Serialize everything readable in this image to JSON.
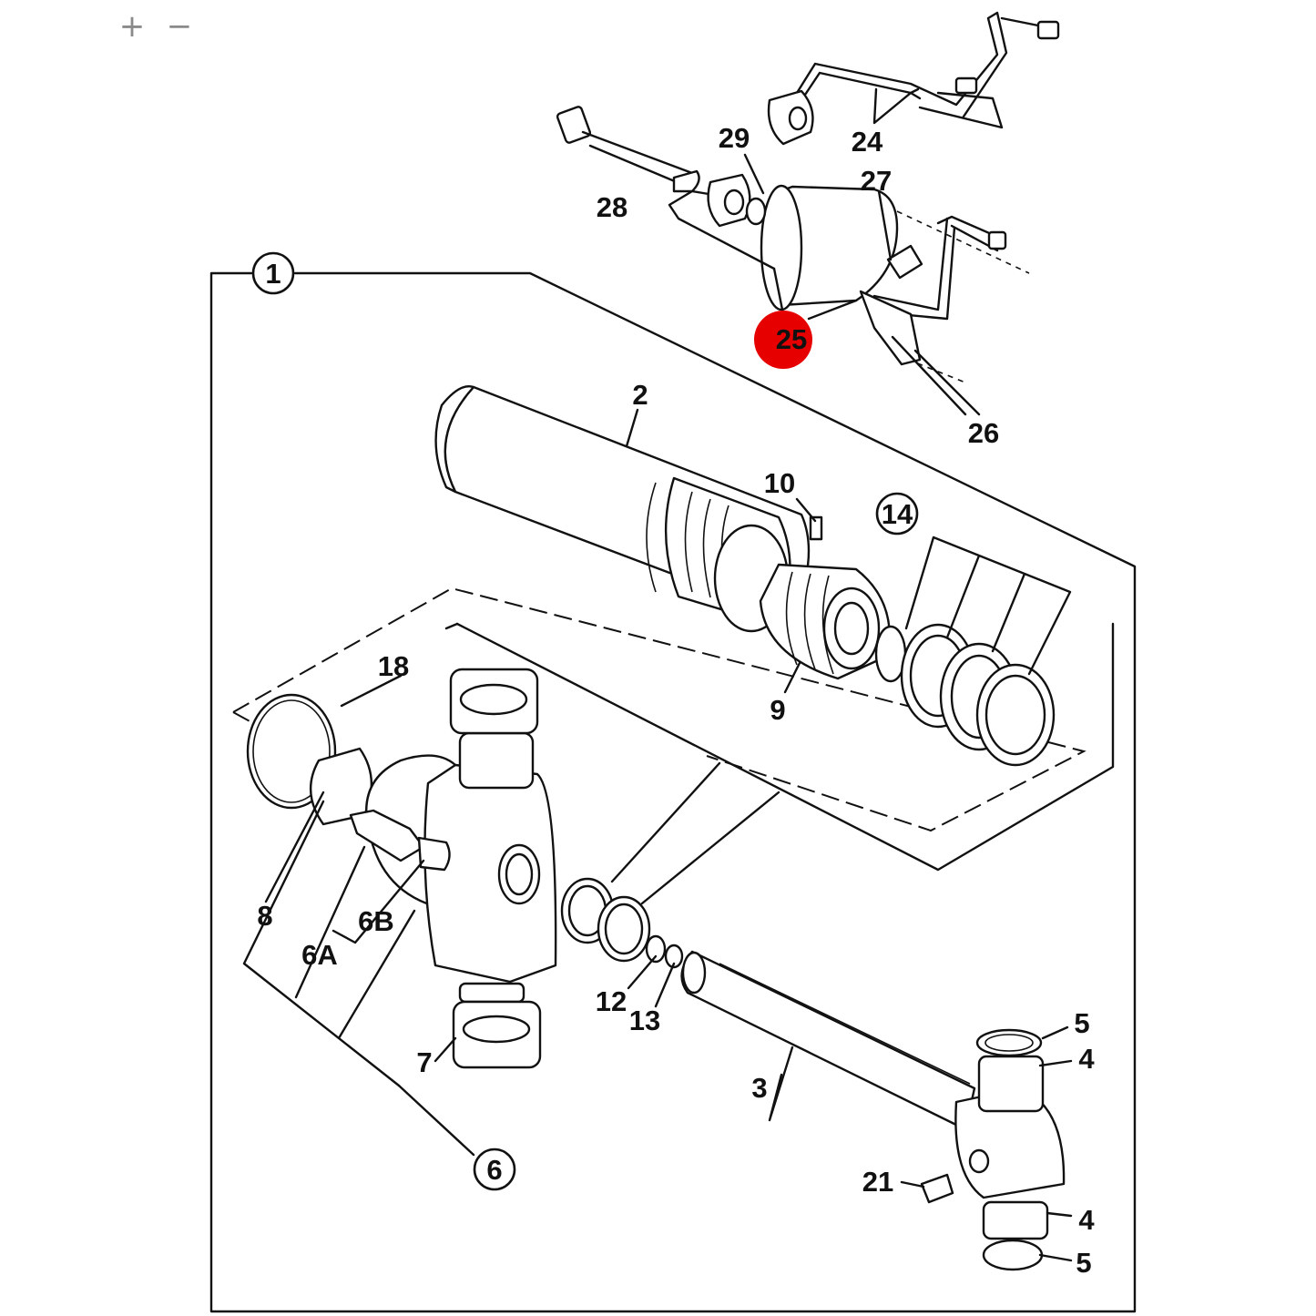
{
  "toolbar": {
    "zoom_in_label": "+",
    "zoom_out_label": "−"
  },
  "highlight_color": "#e60000",
  "callouts": {
    "c1": "1",
    "c2": "2",
    "c3": "3",
    "c4a": "4",
    "c4b": "4",
    "c5a": "5",
    "c5b": "5",
    "c6": "6",
    "c6a": "6A",
    "c6b": "6B",
    "c7": "7",
    "c8": "8",
    "c9": "9",
    "c10": "10",
    "c12": "12",
    "c13": "13",
    "c14": "14",
    "c18": "18",
    "c21": "21",
    "c24": "24",
    "c25": "25",
    "c26": "26",
    "c27": "27",
    "c28": "28",
    "c29": "29"
  }
}
